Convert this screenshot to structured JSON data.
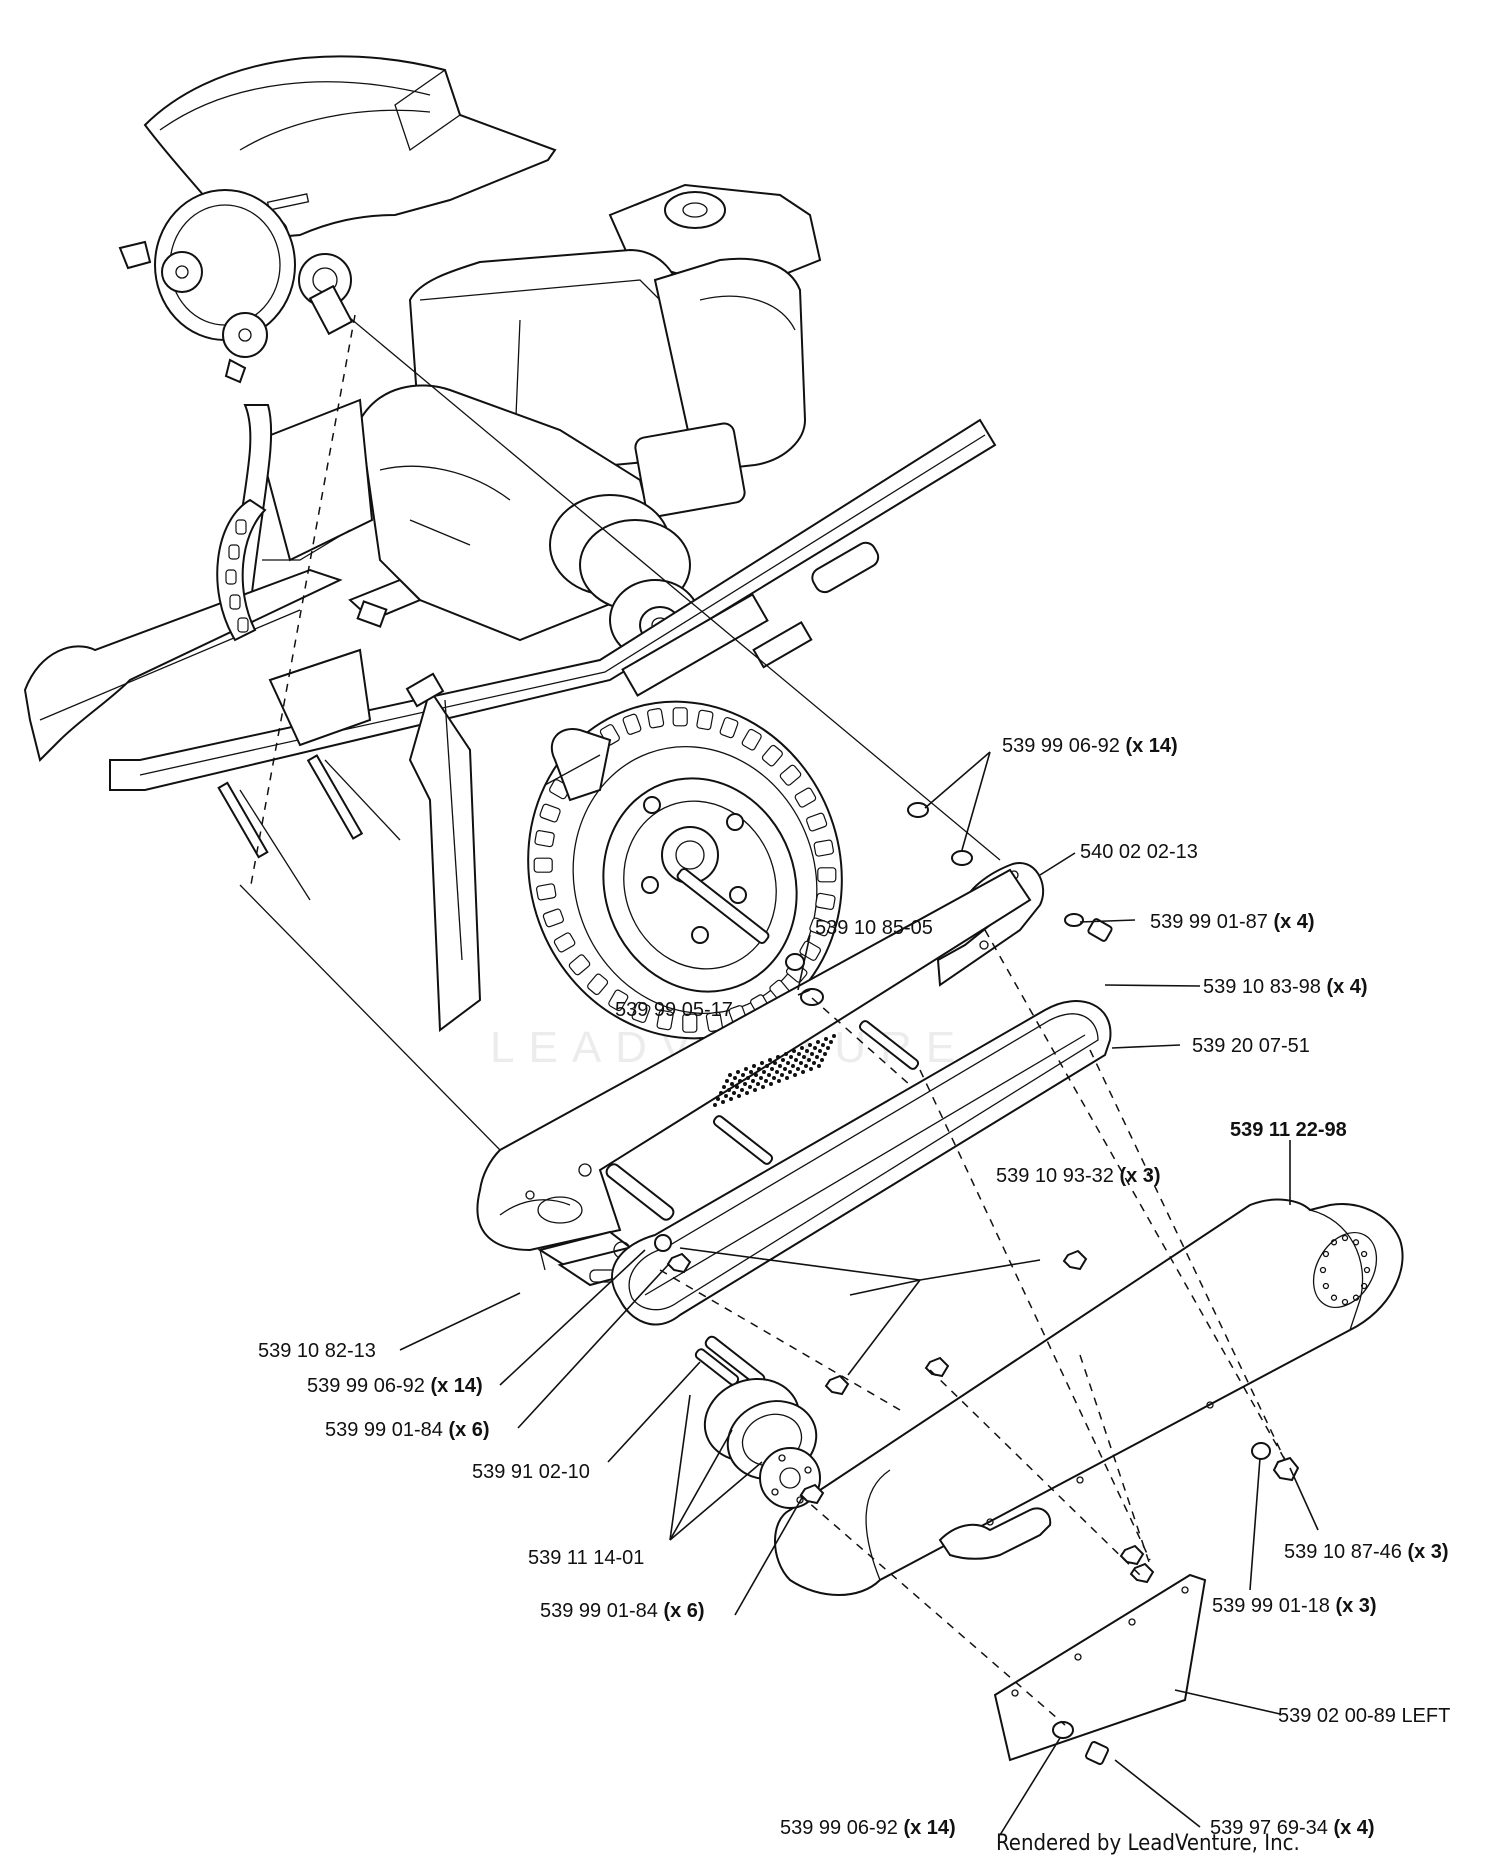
{
  "watermark": "LEADVENTURE",
  "footer": "Rendered by LeadVenture, Inc.",
  "callouts": [
    {
      "id": "c1",
      "part": "539 99 06-92",
      "qty": "(x 14)"
    },
    {
      "id": "c2",
      "part": "540 02 02-13",
      "qty": ""
    },
    {
      "id": "c3",
      "part": "539 10 85-05",
      "qty": ""
    },
    {
      "id": "c4",
      "part": "539 99 01-87",
      "qty": "(x 4)"
    },
    {
      "id": "c5",
      "part": "539 10 83-98",
      "qty": "(x 4)"
    },
    {
      "id": "c6",
      "part": "539 99 05-17",
      "qty": ""
    },
    {
      "id": "c7",
      "part": "539 20 07-51",
      "qty": ""
    },
    {
      "id": "c8",
      "part": "539 11 22-98",
      "qty": ""
    },
    {
      "id": "c9",
      "part": "539 10 93-32",
      "qty": "(x 3)"
    },
    {
      "id": "c10",
      "part": "539 10 82-13",
      "qty": ""
    },
    {
      "id": "c11",
      "part": "539 99 06-92",
      "qty": "(x 14)"
    },
    {
      "id": "c12",
      "part": "539 99 01-84",
      "qty": "(x 6)"
    },
    {
      "id": "c13",
      "part": "539 91 02-10",
      "qty": ""
    },
    {
      "id": "c14",
      "part": "539 11 14-01",
      "qty": ""
    },
    {
      "id": "c15",
      "part": "539 99 01-84",
      "qty": "(x 6)"
    },
    {
      "id": "c16",
      "part": "539 10 87-46",
      "qty": "(x 3)"
    },
    {
      "id": "c17",
      "part": "539 99 01-18",
      "qty": "(x 3)"
    },
    {
      "id": "c18",
      "part": "539 02 00-89 LEFT",
      "qty": ""
    },
    {
      "id": "c19",
      "part": "539 99 06-92",
      "qty": "(x 14)"
    },
    {
      "id": "c20",
      "part": "539 97 69-34",
      "qty": "(x 4)"
    }
  ]
}
